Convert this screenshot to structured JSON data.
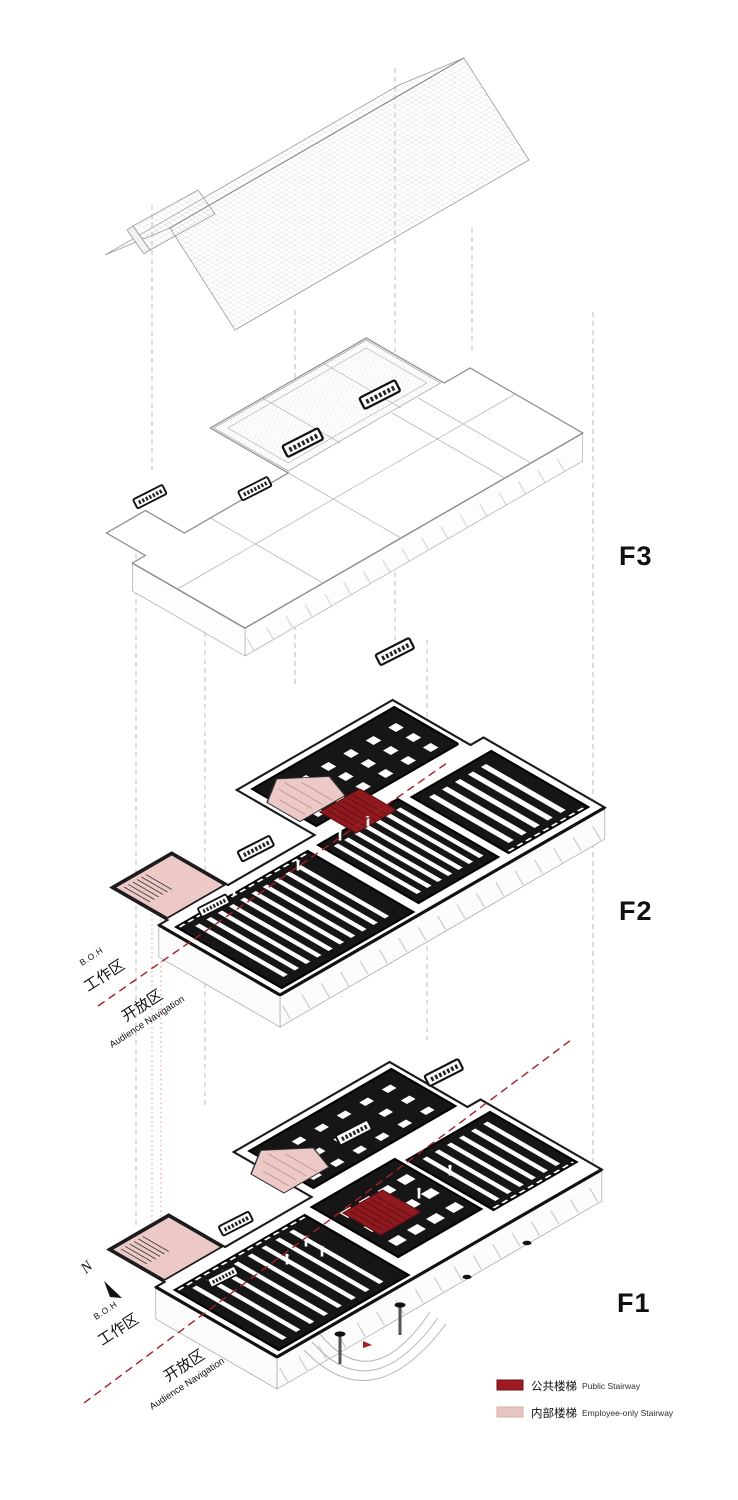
{
  "diagram": {
    "type": "exploded-axonometric-building-diagram",
    "floors": [
      {
        "id": "f3",
        "label": "F3"
      },
      {
        "id": "f2",
        "label": "F2"
      },
      {
        "id": "f1",
        "label": "F1"
      }
    ],
    "zone_annotations": {
      "boh_en": "B.O.H",
      "boh_zh": "工作区",
      "open_zh": "开放区",
      "open_en": "Audience Navigation"
    },
    "compass": {
      "label": "N"
    },
    "legend": {
      "items": [
        {
          "zh": "公共楼梯",
          "en": "Public Stairway",
          "color": "#9e1b21",
          "border": "#6d1114"
        },
        {
          "zh": "内部楼梯",
          "en": "Employee-only Stairway",
          "color": "#e7c5c2",
          "border": "#d3aeab"
        }
      ]
    },
    "colors": {
      "public_stair": "#9e1b21",
      "employee_stair": "#ecc9c6",
      "wall_black": "#161616",
      "guide_gray": "#bdbdbd",
      "divider_red": "#a32024"
    }
  }
}
